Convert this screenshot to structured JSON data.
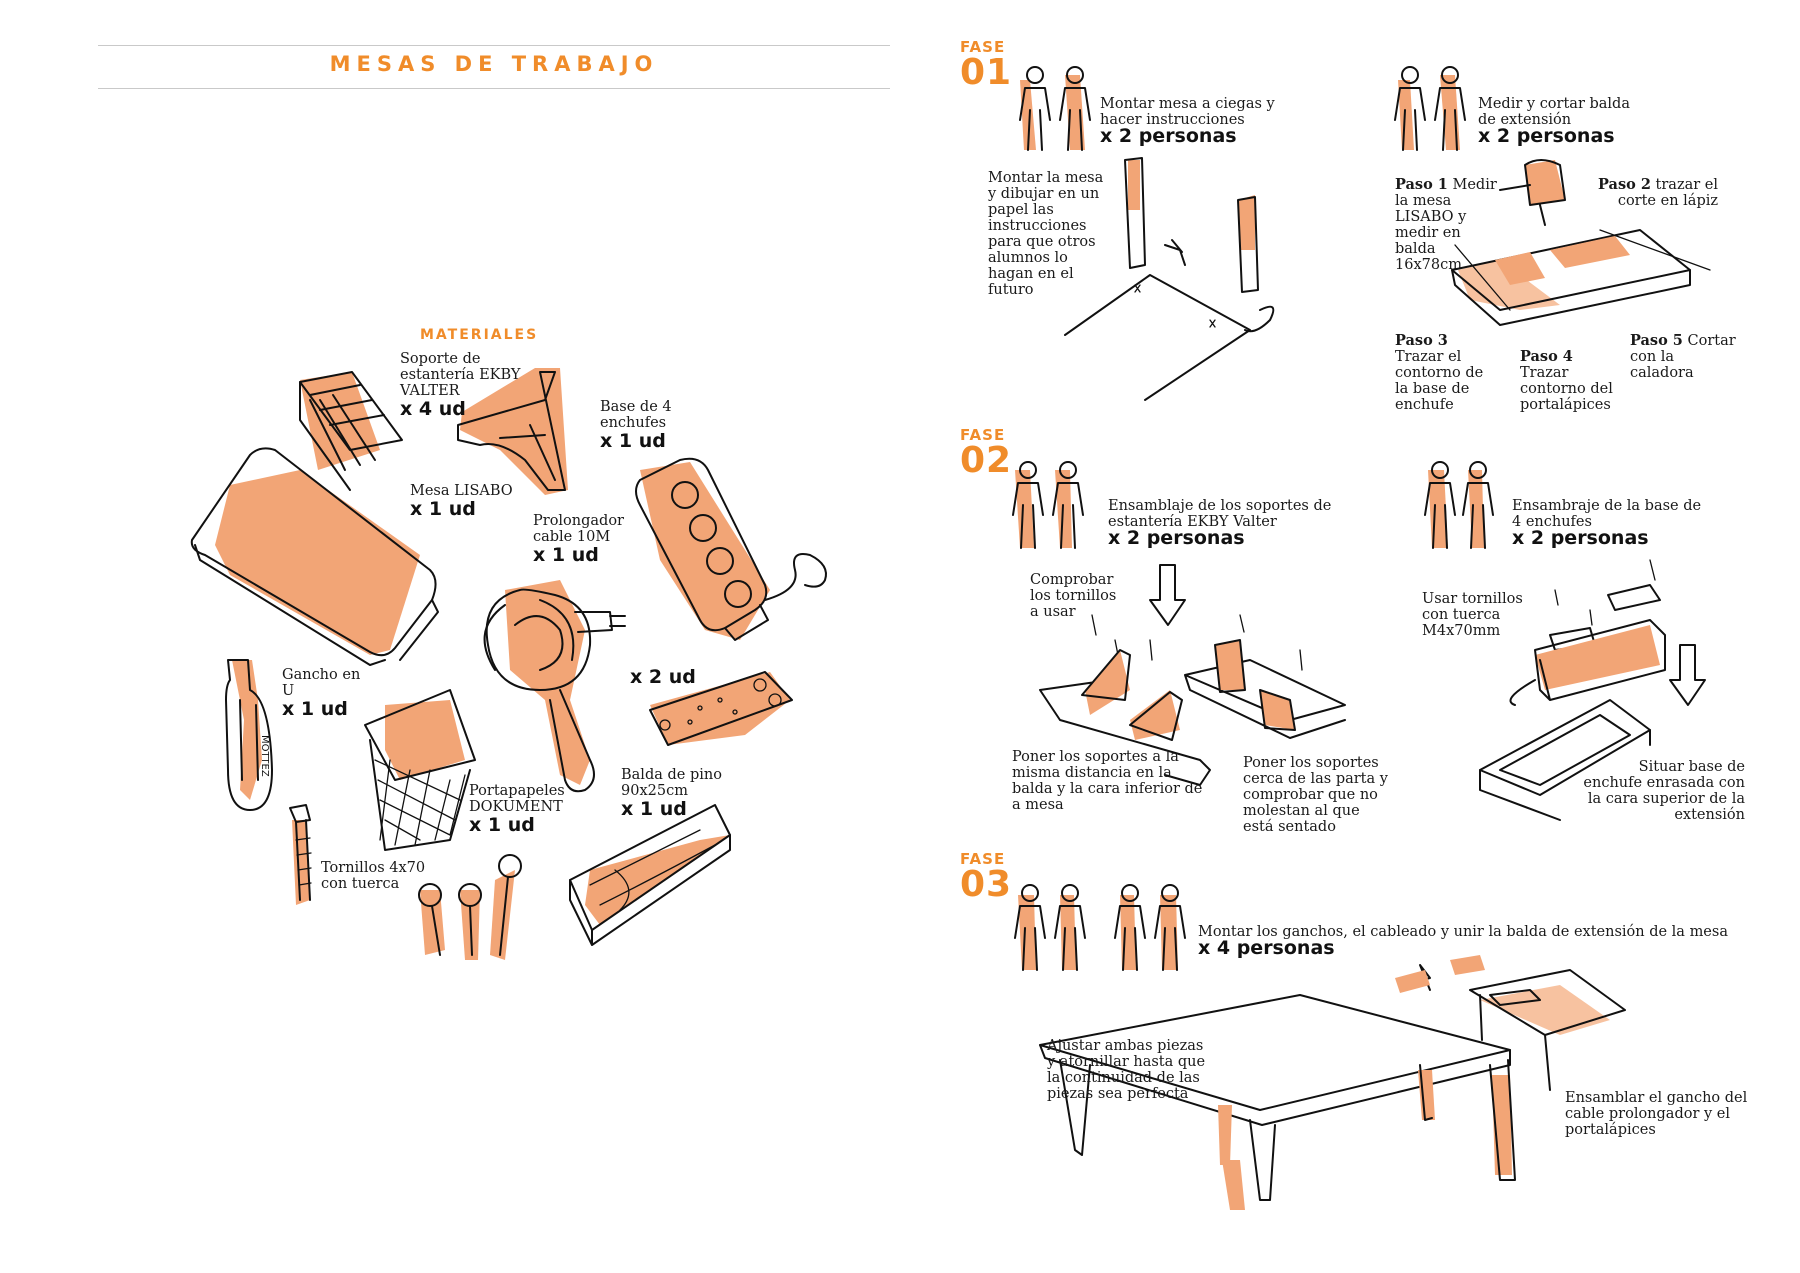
{
  "left_page": {
    "title": "MESAS DE TRABAJO",
    "materials_title": "MATERIALES",
    "materials": [
      {
        "label": "Soporte de estantería EKBY VALTER",
        "qty": "x 4 ud",
        "icon": "shelf-bracket-icon"
      },
      {
        "label": "Base de 4 enchufes",
        "qty": "x 1 ud",
        "icon": "power-strip-icon"
      },
      {
        "label": "Mesa LISABO",
        "qty": "x 1 ud",
        "icon": "table-top-icon"
      },
      {
        "label": "Prolongador cable 10M",
        "qty": "x 1 ud",
        "icon": "extension-cable-icon"
      },
      {
        "label": "",
        "qty": "x 2 ud",
        "icon": "mounting-plate-icon"
      },
      {
        "label": "Gancho en U",
        "qty": "x 1 ud",
        "icon": "u-hook-icon"
      },
      {
        "label": "Portapapeles DOKUMENT",
        "qty": "x 1 ud",
        "icon": "paper-basket-icon"
      },
      {
        "label": "Balda de pino 90x25cm",
        "qty": "x 1 ud",
        "icon": "pine-board-icon"
      },
      {
        "label": "Tornillos 4x70 con tuerca",
        "qty": "",
        "icon": "screws-icon"
      }
    ],
    "hook_inscription": "MOTTEZ"
  },
  "fase1": {
    "word": "FASE",
    "number": "01",
    "task_a": {
      "text": "Montar mesa a ciegas y hacer instrucciones",
      "people": "x 2 personas"
    },
    "task_a_note": "Montar la mesa y dibujar en un papel las instrucciones para que otros alumnos lo hagan en el futuro",
    "task_b": {
      "text": "Medir y cortar balda de extensión",
      "people": "x 2 personas"
    },
    "steps": [
      {
        "bold": "Paso 1",
        "text": " Medir la mesa LISABO y medir en balda 16x78cm"
      },
      {
        "bold": "Paso 2",
        "text": " trazar el corte en lápiz"
      },
      {
        "bold": "Paso 3",
        "text": " Trazar el contorno de la base de enchufe"
      },
      {
        "bold": "Paso 4",
        "text": " Trazar contorno del portalápices"
      },
      {
        "bold": "Paso 5",
        "text": " Cortar con la caladora"
      }
    ]
  },
  "fase2": {
    "word": "FASE",
    "number": "02",
    "task_a": {
      "text": "Ensamblaje de los soportes de estantería EKBY Valter",
      "people": "x 2 personas"
    },
    "task_b": {
      "text": "Ensambraje de la base de 4 enchufes",
      "people": "x 2 personas"
    },
    "note_check": "Comprobar los tornillos a usar",
    "note_place": "Poner los soportes a la misma distancia en la balda y la cara inferior de a mesa",
    "note_near": "Poner los soportes cerca de las parta y comprobar que no molestan al que está sentado",
    "note_screws": "Usar tornillos con tuerca M4x70mm",
    "note_flush": "Situar base de enchufe enrasada con la cara superior de la extensión"
  },
  "fase3": {
    "word": "FASE",
    "number": "03",
    "task": {
      "text": "Montar los ganchos, el cableado y unir la balda de extensión de la mesa",
      "people": "x 4 personas"
    },
    "note_adjust": "Ajustar ambas piezas y atornillar hasta que la continuidad de las piezas sea perfecta",
    "note_hook": "Ensamblar el gancho del cable prolongador y el portalápices"
  },
  "colors": {
    "accent": "#f08c2a",
    "fill": "#f2a576",
    "ink": "#111111",
    "rule": "#c9c9c9"
  }
}
